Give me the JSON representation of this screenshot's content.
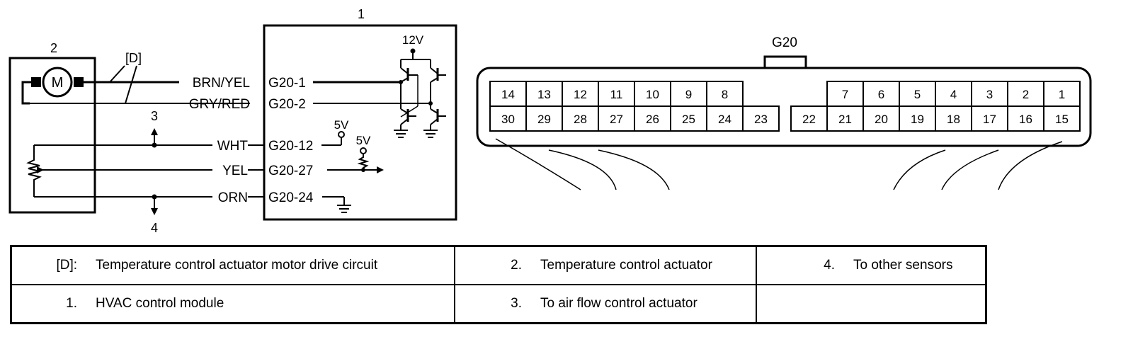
{
  "diagram": {
    "callouts": {
      "module": "1",
      "actuator": "2",
      "to_airflow": "3",
      "to_sensors": "4",
      "drive_circuit": "[D]"
    },
    "motor_symbol": "M",
    "supply": {
      "v12": "12V",
      "v5_a": "5V",
      "v5_b": "5V"
    },
    "wires": [
      {
        "color": "BRN/YEL",
        "pin": "G20-1"
      },
      {
        "color": "GRY/RED",
        "pin": "G20-2"
      },
      {
        "color": "WHT",
        "pin": "G20-12"
      },
      {
        "color": "YEL",
        "pin": "G20-27"
      },
      {
        "color": "ORN",
        "pin": "G20-24"
      }
    ],
    "connector": {
      "name": "G20",
      "top_left": [
        "14",
        "13",
        "12",
        "11",
        "10",
        "9",
        "8"
      ],
      "top_right": [
        "7",
        "6",
        "5",
        "4",
        "3",
        "2",
        "1"
      ],
      "bottom_left": [
        "30",
        "29",
        "28",
        "27",
        "26",
        "25",
        "24",
        "23"
      ],
      "bottom_right": [
        "22",
        "21",
        "20",
        "19",
        "18",
        "17",
        "16",
        "15"
      ]
    }
  },
  "legend": [
    [
      {
        "key": "[D]:",
        "text": "Temperature control actuator motor drive circuit"
      },
      {
        "key": "2.",
        "text": "Temperature control actuator"
      },
      {
        "key": "4.",
        "text": "To other sensors"
      }
    ],
    [
      {
        "key": "1.",
        "text": "HVAC control module"
      },
      {
        "key": "3.",
        "text": "To air flow control actuator"
      },
      {
        "key": "",
        "text": ""
      }
    ]
  ]
}
